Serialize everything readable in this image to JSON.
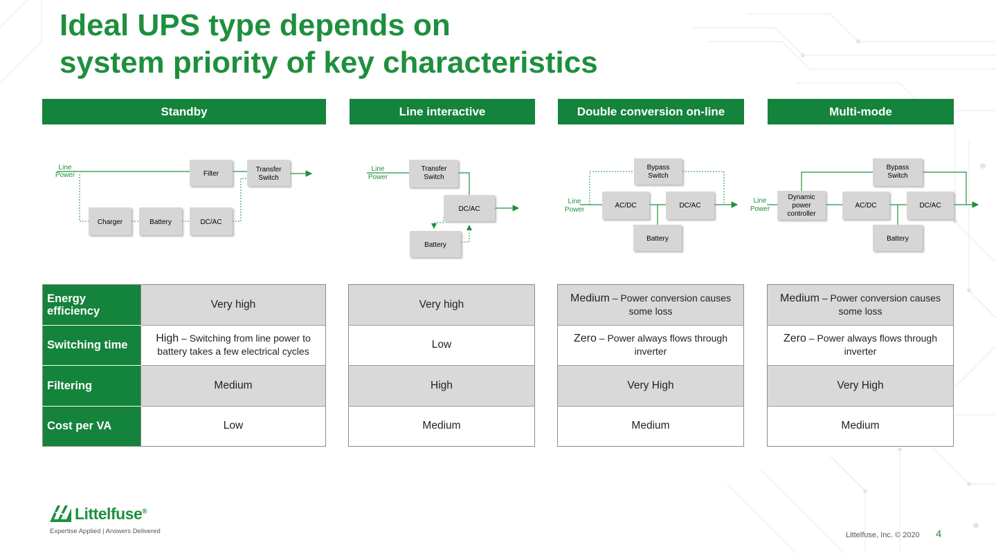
{
  "title": {
    "line1": "Ideal UPS type depends on",
    "line2": "system priority of key characteristics"
  },
  "columns": [
    {
      "header": "Standby"
    },
    {
      "header": "Line interactive"
    },
    {
      "header": "Double conversion on-line"
    },
    {
      "header": "Multi-mode"
    }
  ],
  "diagrams": {
    "standby": {
      "line_power": [
        "Line",
        "Power"
      ],
      "filter": "Filter",
      "transfer_switch": [
        "Transfer",
        "Switch"
      ],
      "charger": "Charger",
      "battery": "Battery",
      "dcac": "DC/AC"
    },
    "line_interactive": {
      "line_power": [
        "Line",
        "Power"
      ],
      "transfer_switch": [
        "Transfer",
        "Switch"
      ],
      "dcac": "DC/AC",
      "battery": "Battery"
    },
    "double_conversion": {
      "line_power": [
        "Line",
        "Power"
      ],
      "bypass_switch": [
        "Bypass",
        "Switch"
      ],
      "acdc": "AC/DC",
      "dcac": "DC/AC",
      "battery": "Battery"
    },
    "multi_mode": {
      "line_power": [
        "Line",
        "Power"
      ],
      "bypass_switch": [
        "Bypass",
        "Switch"
      ],
      "dynamic_controller": [
        "Dynamic",
        "power",
        "controller"
      ],
      "acdc": "AC/DC",
      "dcac": "DC/AC",
      "battery": "Battery"
    }
  },
  "row_labels": {
    "energy": [
      "Energy",
      "efficiency"
    ],
    "switching": "Switching time",
    "filtering": "Filtering",
    "cost": "Cost per VA"
  },
  "standby": {
    "energy": "Very high",
    "switching_lead": "High",
    "switching_rest": " – Switching from line power to battery takes a few electrical cycles",
    "filtering": "Medium",
    "cost": "Low"
  },
  "line_interactive": {
    "energy": "Very high",
    "switching": "Low",
    "filtering": "High",
    "cost": "Medium"
  },
  "double_conversion": {
    "energy_lead": "Medium",
    "energy_rest": " – Power conversion causes some loss",
    "switching_lead": "Zero",
    "switching_rest": " – Power always flows through inverter",
    "filtering": "Very High",
    "cost": "Medium"
  },
  "multi_mode": {
    "energy_lead": "Medium",
    "energy_rest": " – Power conversion causes some loss",
    "switching_lead": "Zero",
    "switching_rest": " – Power always flows through inverter",
    "filtering": "Very High",
    "cost": "Medium"
  },
  "logo": {
    "name": "Littelfuse",
    "registered": "®",
    "tagline": "Expertise Applied | Answers Delivered"
  },
  "footer": {
    "copyright": "Littelfuse, Inc. © 2020",
    "page": "4"
  },
  "colors": {
    "brand_green": "#14833b",
    "title_green": "#1e8f3e",
    "cell_shade": "#d9d9d9",
    "box_fill": "#d6d6d6"
  }
}
